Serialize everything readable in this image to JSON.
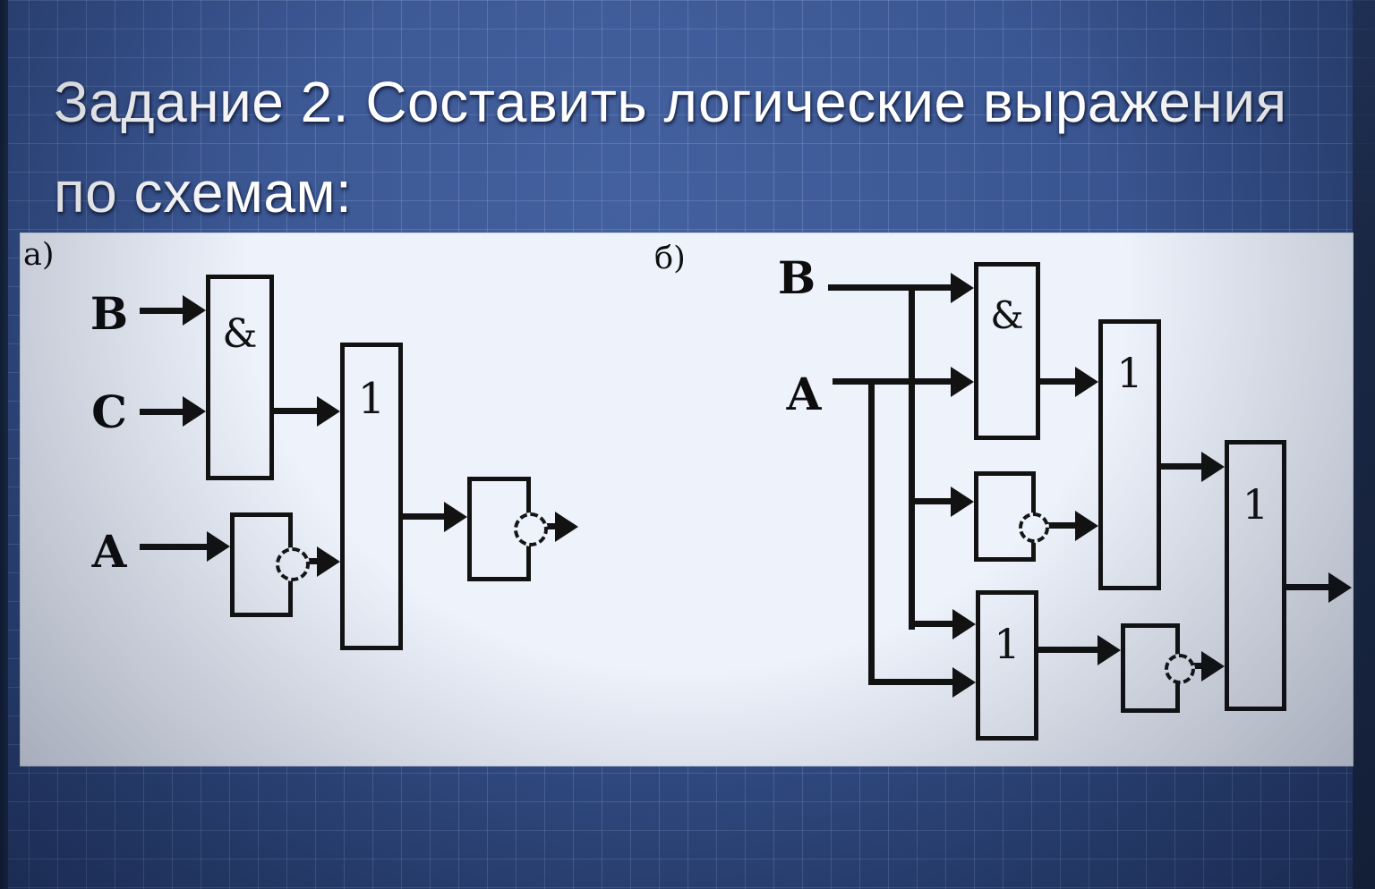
{
  "title": {
    "line1": "Задание 2. Составить логические выражения",
    "line2": "по схемам:"
  },
  "colors": {
    "background_blue": "#35508c",
    "grid_line": "#b4c8f0",
    "panel": "#edf2fb",
    "ink": "#121212",
    "title_text": "#ffffff"
  },
  "a": {
    "label": "а)",
    "in_b": "B",
    "in_c": "C",
    "in_a": "A",
    "and_sym": "&",
    "or_sym": "1",
    "connections": [
      "B -> AND",
      "C -> AND",
      "A -> NOT1",
      "AND -> OR",
      "NOT1 -> OR",
      "OR -> NOT2",
      "NOT2 -> output"
    ]
  },
  "b": {
    "label": "б)",
    "in_b": "B",
    "in_a": "A",
    "and_sym": "&",
    "or1_sym": "1",
    "or2_sym": "1",
    "or3_sym": "1",
    "connections": [
      "B -> AND",
      "A -> AND",
      "B -> NOT1",
      "B -> OR2",
      "A -> OR2",
      "AND -> OR1",
      "NOT1 -> OR1",
      "OR1 -> OR3",
      "OR2 -> NOT2",
      "NOT2 -> OR3",
      "OR3 -> output"
    ]
  }
}
